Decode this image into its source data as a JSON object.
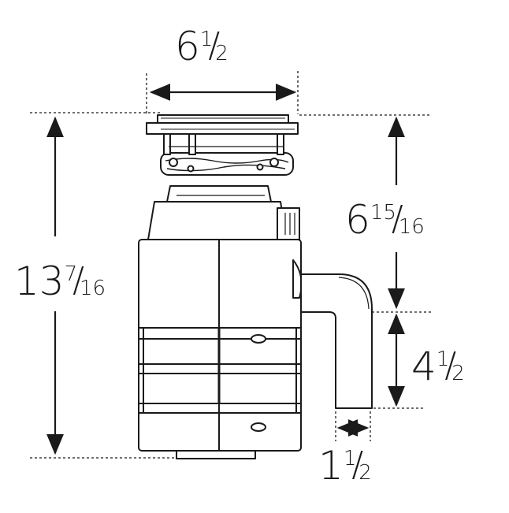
{
  "dimensions": {
    "top_width": {
      "whole": "6",
      "numerator": "1",
      "denominator": "2"
    },
    "total_height": {
      "whole": "13",
      "numerator": "7",
      "denominator": "16"
    },
    "upper_height": {
      "whole": "6",
      "numerator": "15",
      "denominator": "16"
    },
    "outlet_height": {
      "whole": "4",
      "numerator": "1",
      "denominator": "2"
    },
    "outlet_depth": {
      "whole": "1",
      "numerator": "1",
      "denominator": "2"
    }
  },
  "colors": {
    "line": "#1a1a1a",
    "body_fill": "#ffffff"
  }
}
